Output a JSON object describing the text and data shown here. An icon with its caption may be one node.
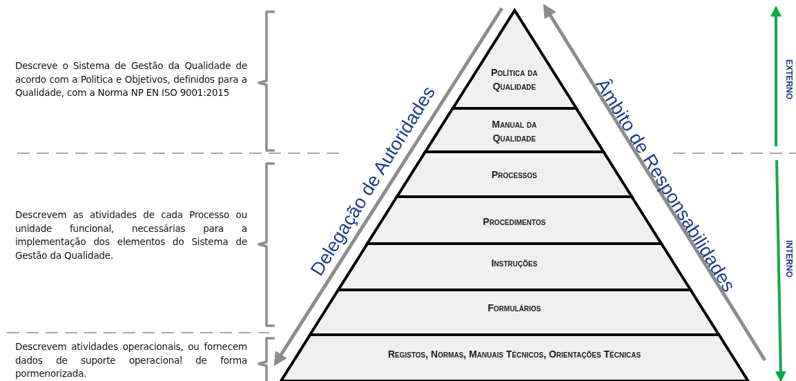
{
  "diagram": {
    "nodes": [
      {
        "text": [
          "Política da Qualidade"
        ]
      },
      {
        "text": [
          "Manual da Qualidade"
        ]
      },
      {
        "text": [
          "Processos"
        ]
      },
      {
        "text": [
          "Procedimentos"
        ]
      },
      {
        "text": [
          "Instruções"
        ]
      },
      {
        "text": [
          "Formulários"
        ]
      },
      {
        "text": [
          "Registos, Normas, Manuais Técnicos, Orientações Técnicas"
        ]
      }
    ],
    "labels": [
      "Descreve o Sistema de Gestão da Qualidade de acordo com a Politica e Objetivos, definidos para a Qualidade, com a Norma NP EN ISO 9001:2015",
      "Descrevem as atividades de cada Processo ou unidade funcional, necessárias para a implementação dos elementos do Sistema de Gestão da Qualidade.",
      "Descrevem atividades operacionais, ou fornecem dados de suporte operacional de forma pormenorizada.",
      "Delegação de Autoridades",
      "Âmbito de Responsabilidades",
      "EXTERNO",
      "INTERNO"
    ]
  }
}
